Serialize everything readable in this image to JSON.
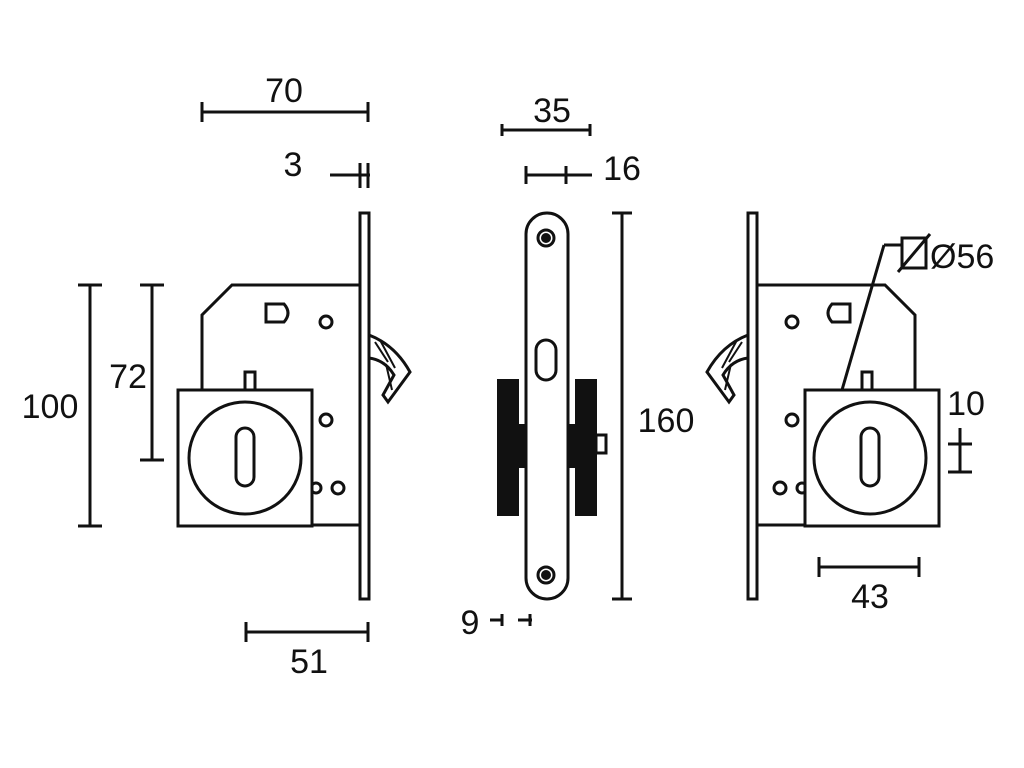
{
  "dimensions": {
    "width_total": "70",
    "faceplate_thickness": "3",
    "backset": "51",
    "height_body": "100",
    "height_inner": "72",
    "handle_width": "35",
    "handle_offset": "16",
    "handle_height": "160",
    "handle_gap": "9",
    "rosette_diameter": "Ø56",
    "key_offset": "10",
    "rosette_spacing": "43"
  }
}
